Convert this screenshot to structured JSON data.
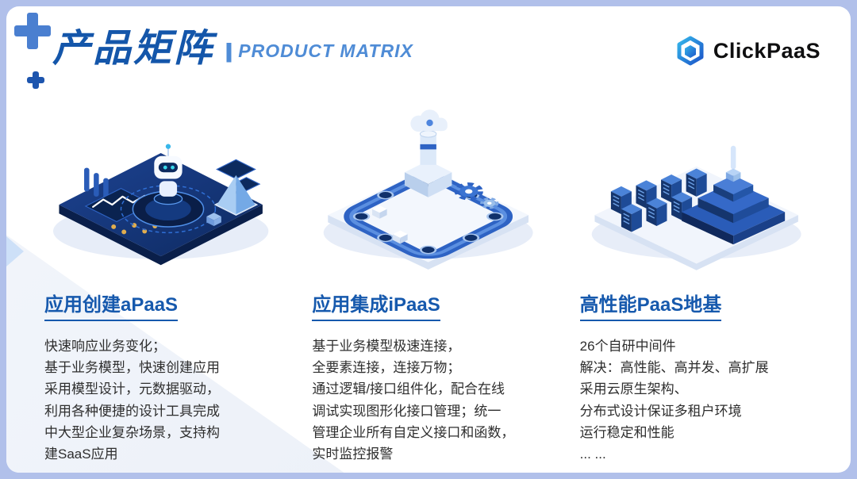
{
  "frame": {
    "border_color": "#b1c0ea"
  },
  "header": {
    "title": "产品矩阵",
    "divider": "|",
    "subtitle": "PRODUCT MATRIX",
    "logo_text": "ClickPaaS"
  },
  "colors": {
    "title_blue": "#1456aa",
    "subtitle_blue": "#4f8cd6",
    "heading_blue": "#1659ad",
    "body_text": "#2e2e2e"
  },
  "columns": [
    {
      "title": "应用创建aPaaS",
      "illustration": "robot-dashboard-illustration",
      "lines": [
        "快速响应业务变化；",
        "基于业务模型，快速创建应用",
        "采用模型设计，元数据驱动，",
        "利用各种便捷的设计工具完成",
        "中大型企业复杂场景，支持构",
        "建SaaS应用"
      ]
    },
    {
      "title": "应用集成iPaaS",
      "illustration": "integration-loop-illustration",
      "lines": [
        "基于业务模型极速连接，",
        "全要素连接，连接万物；",
        "通过逻辑/接口组件化，配合在线",
        "调试实现图形化接口管理；统一",
        "管理企业所有自定义接口和函数，",
        "实时监控报警"
      ]
    },
    {
      "title": "高性能PaaS地基",
      "illustration": "server-foundation-illustration",
      "lines": [
        "26个自研中间件",
        "解决：高性能、高并发、高扩展",
        "采用云原生架构、",
        "分布式设计保证多租户环境",
        "运行稳定和性能",
        "... ..."
      ]
    }
  ]
}
